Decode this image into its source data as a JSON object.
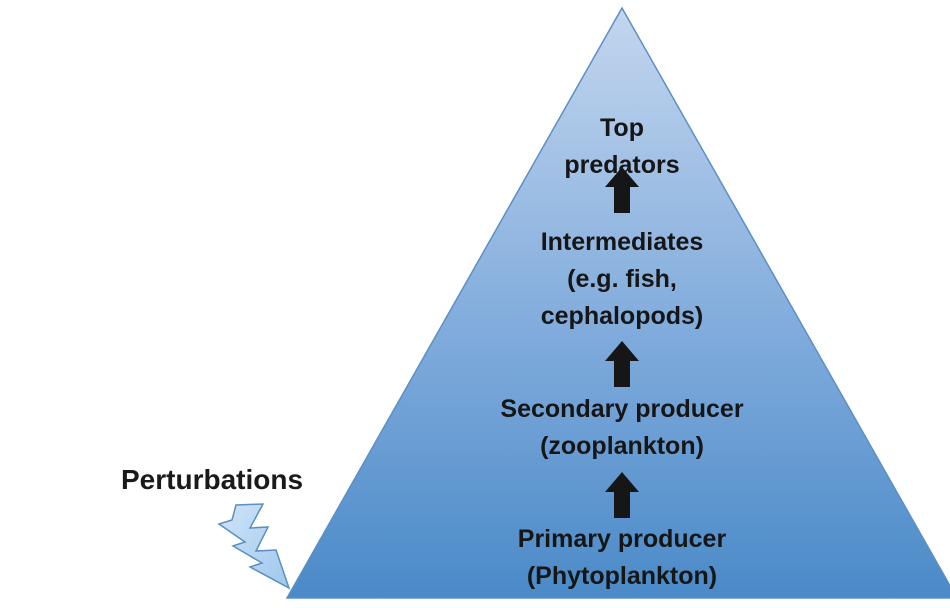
{
  "pyramid": {
    "levels": [
      {
        "lines": [
          "Top",
          "predators"
        ]
      },
      {
        "lines": [
          "Intermediates",
          "(e.g. fish,",
          "cephalopods)"
        ]
      },
      {
        "lines": [
          "Secondary producer",
          "(zooplankton)"
        ]
      },
      {
        "lines": [
          "Primary producer",
          "(Phytoplankton)"
        ]
      }
    ]
  },
  "perturbation": {
    "label": "Perturbations"
  },
  "colors": {
    "pyramid_top": "#c3d6ee",
    "pyramid_bottom": "#4a8ac8",
    "pyramid_edge": "#5b8fc6",
    "arrow": "#161616",
    "bolt_fill": "#9fc8ee",
    "bolt_edge": "#5c8ebe",
    "text": "#161616"
  }
}
